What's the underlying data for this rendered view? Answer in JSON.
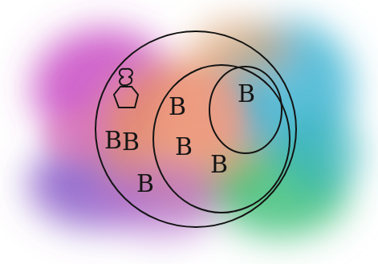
{
  "diagram": {
    "nodes": [
      {
        "text": [
          "B",
          "B",
          "B"
        ]
      },
      {
        "text": [
          "B",
          "B",
          "B"
        ],
        "in": 0
      },
      {
        "text": [
          "B"
        ],
        "in": 1
      }
    ]
  }
}
